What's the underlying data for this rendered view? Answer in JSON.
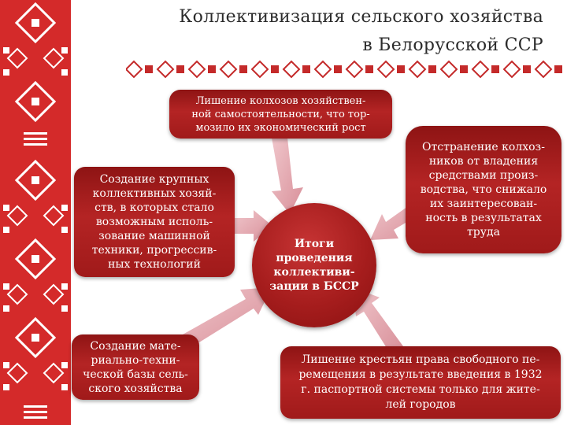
{
  "title": {
    "line1": "Коллективизация сельского хозяйства",
    "line2": "в Белорусской ССР"
  },
  "diagram": {
    "center": "Итоги\nпроведения\nколлективи-\nзации в БССР",
    "box_top": "Лишение колхозов хозяйствен-\nной самостоятельности, что тор-\nмозило их экономический рост",
    "box_left": "Создание крупных\nколлективных хозяй-\nств, в которых стало\nвозможным исполь-\nзование машинной\nтехники, прогрессив-\nных технологий",
    "box_bottom_left": "Создание мате-\nриально-техни-\nческой базы сель-\nского хозяйства",
    "box_right": "Отстранение колхоз-\nников от владения\nсредствами произ-\nводства, что снижало\nих заинтересован-\nность в результатах\nтруда",
    "box_bottom_right": "Лишение крестьян права свободного пе-\nремещения в результате введения в 1932\nг. паспортной системы только для жите-\nлей городов"
  },
  "colors": {
    "accent_red": "#b42424",
    "arrow_pink": "#e4a6ae",
    "title_text": "#2b2b2b"
  }
}
